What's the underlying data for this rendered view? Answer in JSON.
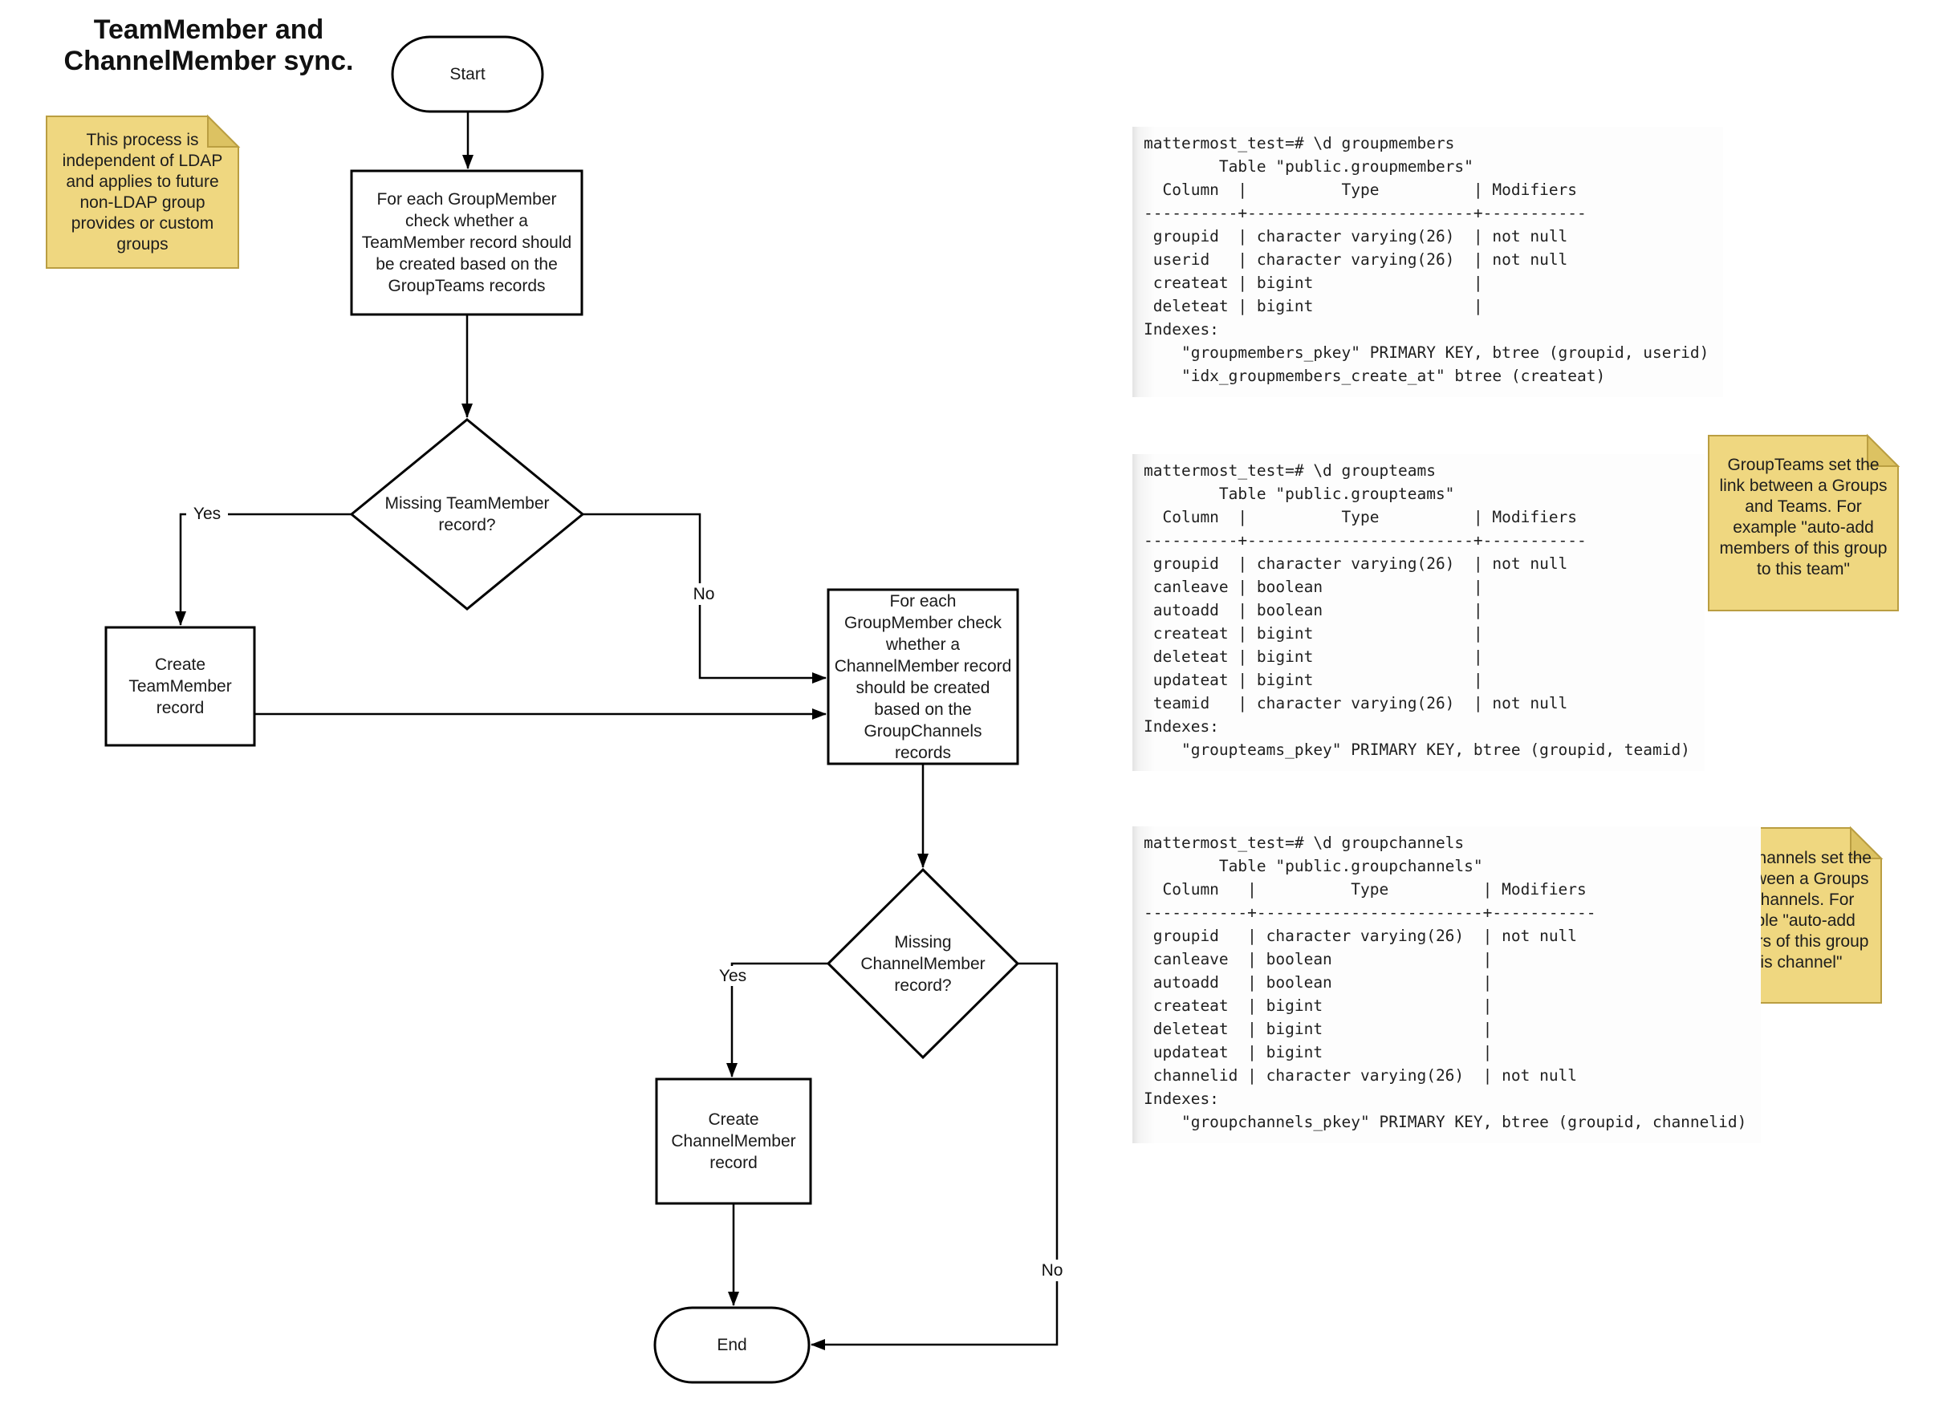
{
  "title": "TeamMember and\nChannelMember sync.",
  "colors": {
    "note_fill": "#EFD780",
    "note_fold": "#DCC262",
    "note_border": "#BA9E41",
    "shape_fill": "#FFFFFF",
    "shape_stroke": "#000000"
  },
  "notes": {
    "ldap": "This process is\nindependent of LDAP\nand applies to future\nnon-LDAP group\nprovides or custom\ngroups",
    "groupteams": "GroupTeams set the\nlink between a Groups\nand Teams. For\nexample \"auto-add\nmembers of this group\nto this team\"",
    "groupchannels": "GroupChannels set the\nlink between a Groups\nand Channels. For\nexample \"auto-add\nmembers of this group\nto this channel\""
  },
  "flowchart": {
    "start": "Start",
    "process_team": "For each GroupMember\ncheck whether a\nTeamMember record should\nbe created based on the\nGroupTeams records",
    "decision_team": "Missing TeamMember\nrecord?",
    "create_team": "Create\nTeamMember\nrecord",
    "process_channel": "For each\nGroupMember check\nwhether a\nChannelMember record\nshould be created\nbased on the\nGroupChannels\nrecords",
    "decision_channel": "Missing\nChannelMember\nrecord?",
    "create_channel": "Create\nChannelMember\nrecord",
    "end": "End",
    "labels": {
      "yes1": "Yes",
      "no1": "No",
      "yes2": "Yes",
      "no2": "No"
    }
  },
  "terminal_output": {
    "groupmembers": "mattermost_test=# \\d groupmembers\n        Table \"public.groupmembers\"\n  Column  |          Type          | Modifiers\n----------+------------------------+-----------\n groupid  | character varying(26)  | not null\n userid   | character varying(26)  | not null\n createat | bigint                 |\n deleteat | bigint                 |\nIndexes:\n    \"groupmembers_pkey\" PRIMARY KEY, btree (groupid, userid)\n    \"idx_groupmembers_create_at\" btree (createat)",
    "groupteams": "mattermost_test=# \\d groupteams\n        Table \"public.groupteams\"\n  Column  |          Type          | Modifiers\n----------+------------------------+-----------\n groupid  | character varying(26)  | not null\n canleave | boolean                |\n autoadd  | boolean                |\n createat | bigint                 |\n deleteat | bigint                 |\n updateat | bigint                 |\n teamid   | character varying(26)  | not null\nIndexes:\n    \"groupteams_pkey\" PRIMARY KEY, btree (groupid, teamid)",
    "groupchannels": "mattermost_test=# \\d groupchannels\n        Table \"public.groupchannels\"\n  Column   |          Type          | Modifiers\n-----------+------------------------+-----------\n groupid   | character varying(26)  | not null\n canleave  | boolean                |\n autoadd   | boolean                |\n createat  | bigint                 |\n deleteat  | bigint                 |\n updateat  | bigint                 |\n channelid | character varying(26)  | not null\nIndexes:\n    \"groupchannels_pkey\" PRIMARY KEY, btree (groupid, channelid)"
  }
}
